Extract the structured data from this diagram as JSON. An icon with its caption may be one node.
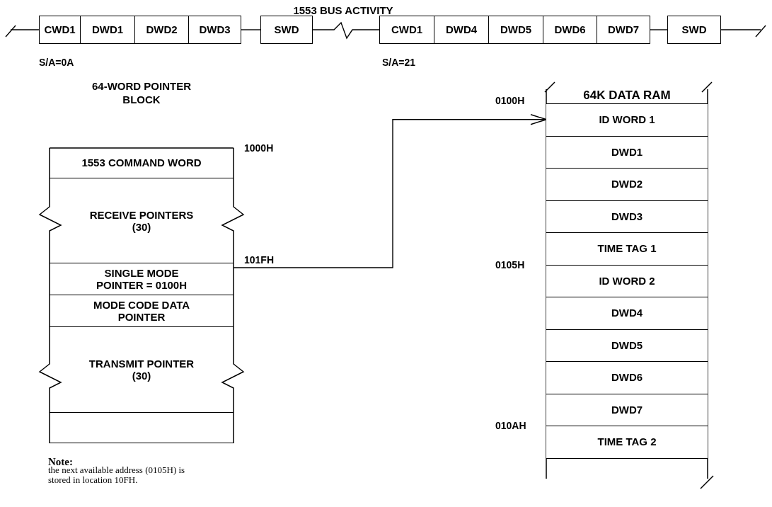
{
  "diagram": {
    "title": "1553 BUS ACTIVITY",
    "nodes": [
      {
        "text": [
          "CWD1"
        ],
        "beside": [
          "S/A=0A"
        ]
      },
      {
        "text": [
          "DWD1"
        ]
      },
      {
        "text": [
          "DWD2"
        ]
      },
      {
        "text": [
          "DWD3"
        ]
      },
      {
        "text": [
          "SWD"
        ]
      },
      {
        "text": [
          "CWD1"
        ],
        "beside": [
          "S/A=21"
        ]
      },
      {
        "text": [
          "DWD4"
        ]
      },
      {
        "text": [
          "DWD5"
        ]
      },
      {
        "text": [
          "DWD6"
        ]
      },
      {
        "text": [
          "DWD7"
        ]
      },
      {
        "text": [
          "SWD"
        ]
      },
      {
        "text": [
          "64-WORD POINTER BLOCK"
        ]
      },
      {
        "text": [
          "1553 COMMAND WORD"
        ],
        "in": 11
      },
      {
        "text": [
          "RECEIVE POINTERS (30)"
        ],
        "in": 11
      },
      {
        "text": [
          "SINGLE MODE POINTER = 0100H"
        ],
        "in": 11
      },
      {
        "text": [
          "MODE CODE DATA POINTER"
        ],
        "in": 11
      },
      {
        "text": [
          "TRANSMIT POINTER (30)"
        ],
        "in": 11
      },
      {
        "text": [],
        "shape": "box",
        "in": 11
      },
      {
        "text": [
          "64K DATA RAM"
        ]
      },
      {
        "text": [
          "ID WORD 1"
        ],
        "in": 18
      },
      {
        "text": [
          "DWD1"
        ],
        "in": 18
      },
      {
        "text": [
          "DWD2"
        ],
        "in": 18
      },
      {
        "text": [
          "DWD3"
        ],
        "in": 18
      },
      {
        "text": [
          "TIME TAG 1"
        ],
        "in": 18
      },
      {
        "text": [
          "ID WORD 2"
        ],
        "in": 18
      },
      {
        "text": [
          "DWD4"
        ],
        "in": 18
      },
      {
        "text": [
          "DWD5"
        ],
        "in": 18
      },
      {
        "text": [
          "DWD6"
        ],
        "in": 18
      },
      {
        "text": [
          "DWD7"
        ],
        "in": 18
      },
      {
        "text": [
          "TIME TAG 2"
        ],
        "in": 18
      }
    ],
    "edges": [
      {
        "from": null,
        "to": 0,
        "arrow": "none"
      },
      {
        "from": 3,
        "to": 4,
        "arrow": "none"
      },
      {
        "from": 4,
        "to": 5,
        "arrow": "none"
      },
      {
        "from": 9,
        "to": 10,
        "arrow": "none"
      },
      {
        "from": 10,
        "to": null,
        "arrow": "none"
      },
      {
        "from": 14,
        "to": 19,
        "arrow": "to"
      }
    ],
    "labels": [
      "1000H",
      "101FH",
      "0100H",
      "0105H",
      "010AH",
      "Note:",
      "the next available address (0105H) is stored in location 10FH."
    ]
  }
}
